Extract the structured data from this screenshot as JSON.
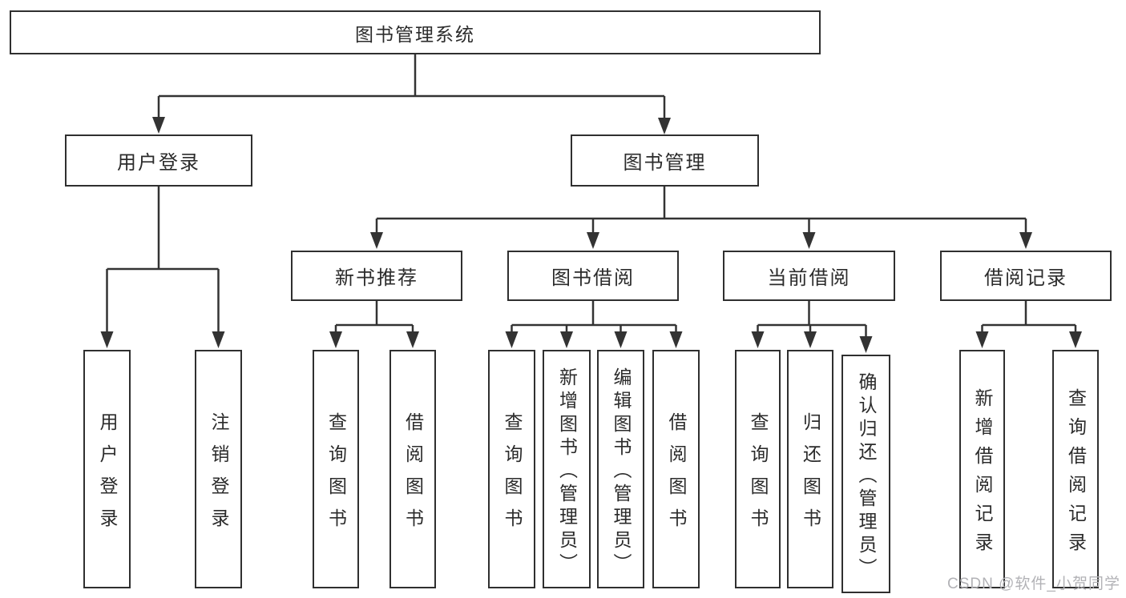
{
  "diagram": {
    "root": {
      "label": "图书管理系统"
    },
    "branches": [
      {
        "label": "用户登录",
        "children": [
          {
            "label": "用户登录"
          },
          {
            "label": "注销登录"
          }
        ]
      },
      {
        "label": "图书管理",
        "children": [
          {
            "label": "新书推荐",
            "children": [
              {
                "label": "查询图书"
              },
              {
                "label": "借阅图书"
              }
            ]
          },
          {
            "label": "图书借阅",
            "children": [
              {
                "label": "查询图书"
              },
              {
                "label": "新增图书（管理员）"
              },
              {
                "label": "编辑图书（管理员）"
              },
              {
                "label": "借阅图书"
              }
            ]
          },
          {
            "label": "当前借阅",
            "children": [
              {
                "label": "查询图书"
              },
              {
                "label": "归还图书"
              },
              {
                "label": "确认归还（管理员）"
              }
            ]
          },
          {
            "label": "借阅记录",
            "children": [
              {
                "label": "新增借阅记录"
              },
              {
                "label": "查询借阅记录"
              }
            ]
          }
        ]
      }
    ]
  },
  "watermark": {
    "text": "CSDN @软件_小贺同学"
  },
  "colors": {
    "line": "#333333",
    "box_border": "#2f2f2f",
    "text": "#2b2b2b",
    "watermark": "#b2b2b6",
    "background": "#ffffff"
  }
}
